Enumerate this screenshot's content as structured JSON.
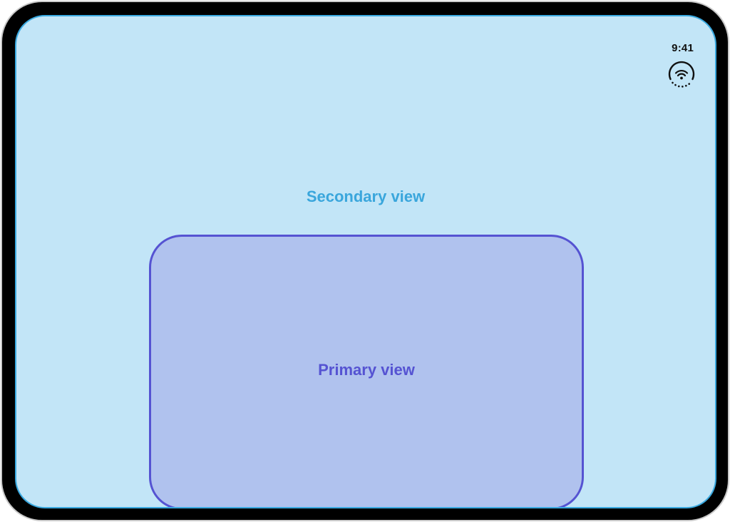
{
  "status_bar": {
    "time": "9:41",
    "icon": "wifi-progress-icon"
  },
  "secondary_view": {
    "label": "Secondary view"
  },
  "primary_view": {
    "label": "Primary view"
  },
  "colors": {
    "device_frame": "#000000",
    "device_outline": "#c9c9c9",
    "secondary_background": "#c2e5f7",
    "secondary_border": "#39a9e0",
    "secondary_text": "#3aa6dc",
    "primary_background": "#b0c2ee",
    "primary_border": "#5553d2",
    "primary_text": "#5553d2"
  }
}
